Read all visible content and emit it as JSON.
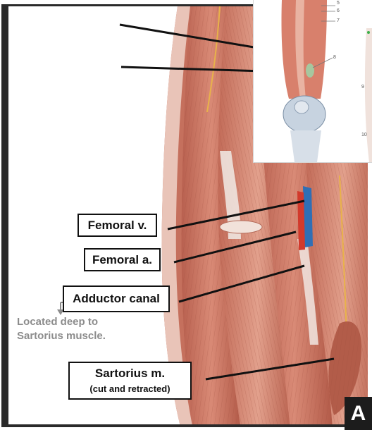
{
  "labels": {
    "femoral_vein": "Femoral v.",
    "femoral_artery": "Femoral a.",
    "adductor_canal": "Adductor canal",
    "sartorius_line1": "Sartorius m.",
    "sartorius_line2": "(cut and retracted)"
  },
  "note": {
    "line1": "Located deep to",
    "line2": "Sartorius muscle."
  },
  "inset": {
    "numbers": [
      "5",
      "6",
      "7",
      "8",
      "9",
      "10"
    ]
  },
  "panel_letter": "A",
  "colors": {
    "muscle": "#c97866",
    "muscle_dark": "#a85a4a",
    "muscle_light": "#e6a896",
    "tendon": "#e9dcd6",
    "artery": "#d23a2c",
    "vein": "#2f6fb5",
    "nerve": "#e8b24a",
    "note_text": "#8c8c8c"
  }
}
